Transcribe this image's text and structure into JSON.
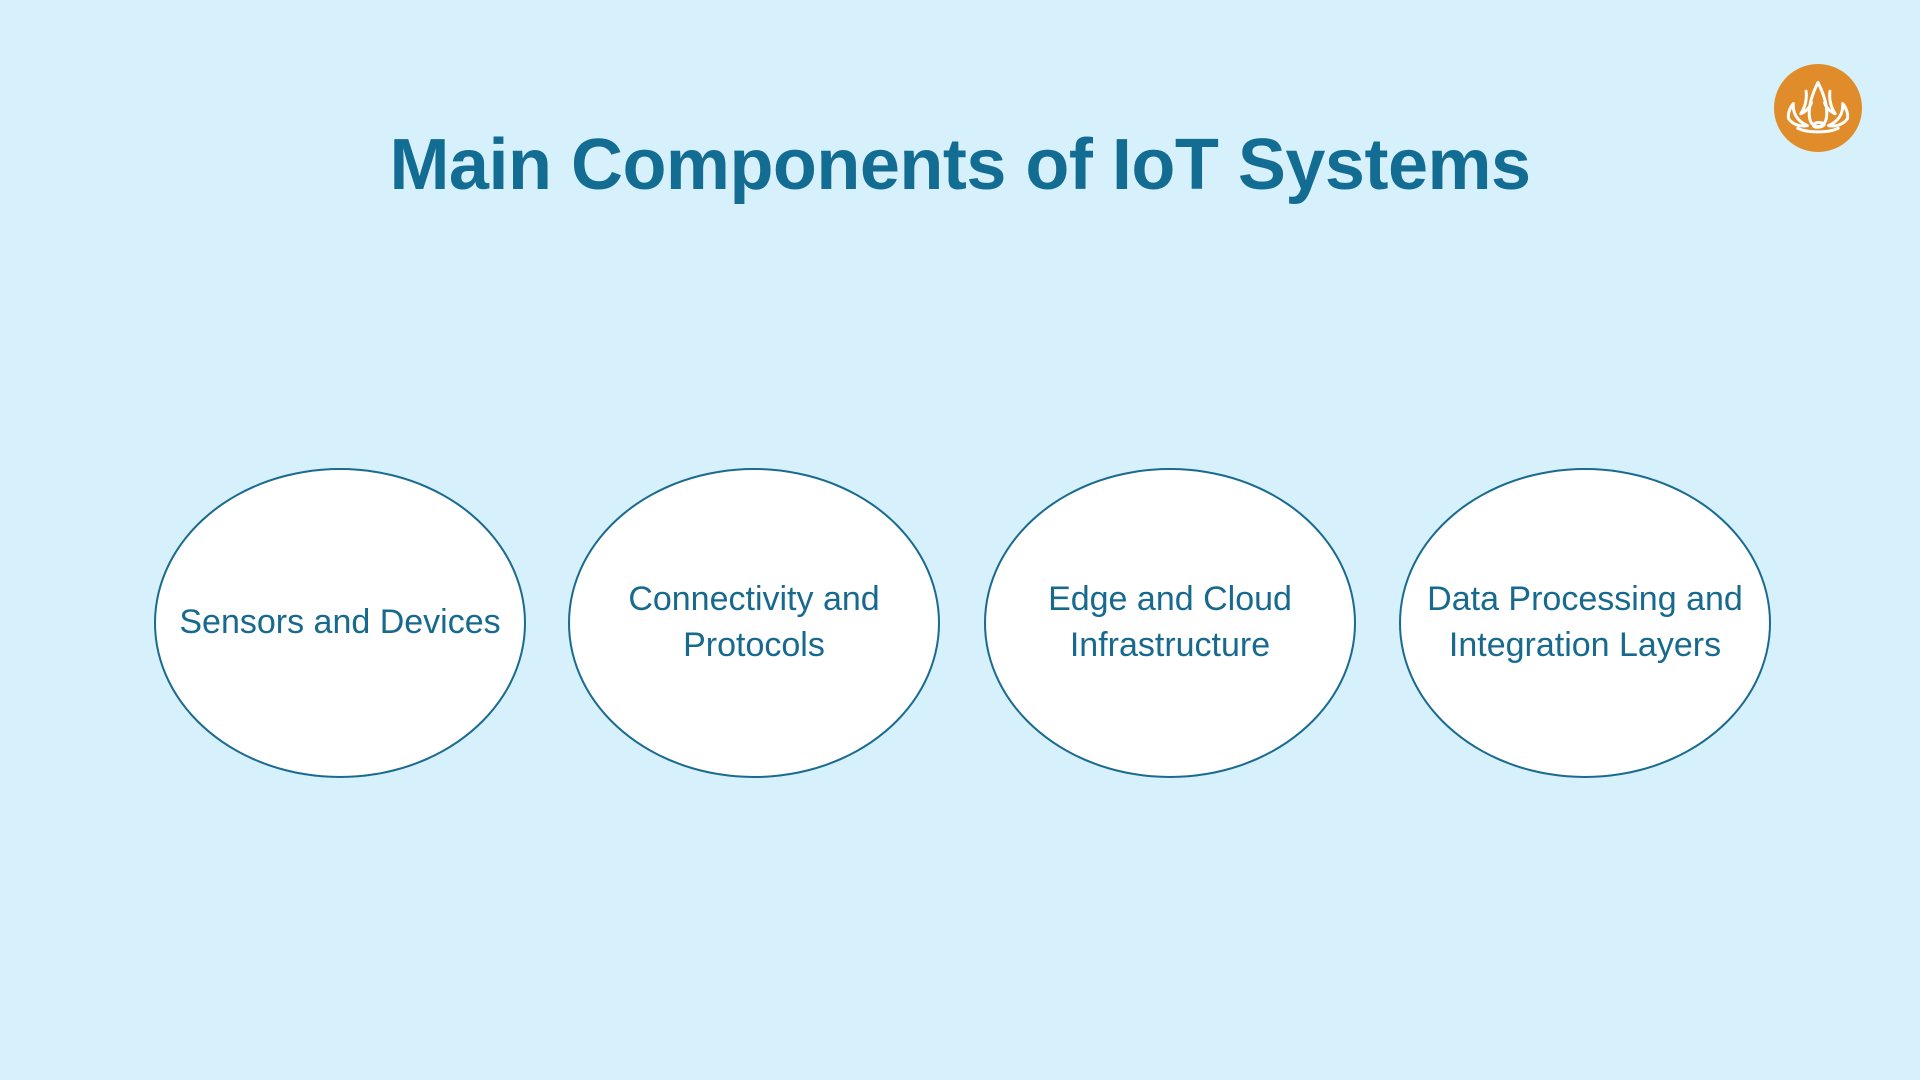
{
  "page": {
    "title": "Main Components of IoT Systems",
    "background_color": "#D6F0FC",
    "accent_teal": "#136C92",
    "text_teal": "#17698E",
    "ellipse_border_color": "#1A6B8F",
    "ellipse_fill_color": "#FFFFFF",
    "logo_color": "#E08C2B"
  },
  "logo": {
    "icon": "lotus-icon"
  },
  "components": {
    "items": [
      {
        "name": "sensors-and-devices",
        "lines": [
          "Sensors and Devices",
          ""
        ]
      },
      {
        "name": "connectivity-and-protocols",
        "lines": [
          "Connectivity and",
          "Protocols"
        ]
      },
      {
        "name": "edge-and-cloud-infrastructure",
        "lines": [
          "Edge and Cloud",
          "Infrastructure"
        ]
      },
      {
        "name": "data-processing-integration",
        "lines": [
          "Data Processing and",
          "Integration Layers"
        ]
      }
    ]
  }
}
